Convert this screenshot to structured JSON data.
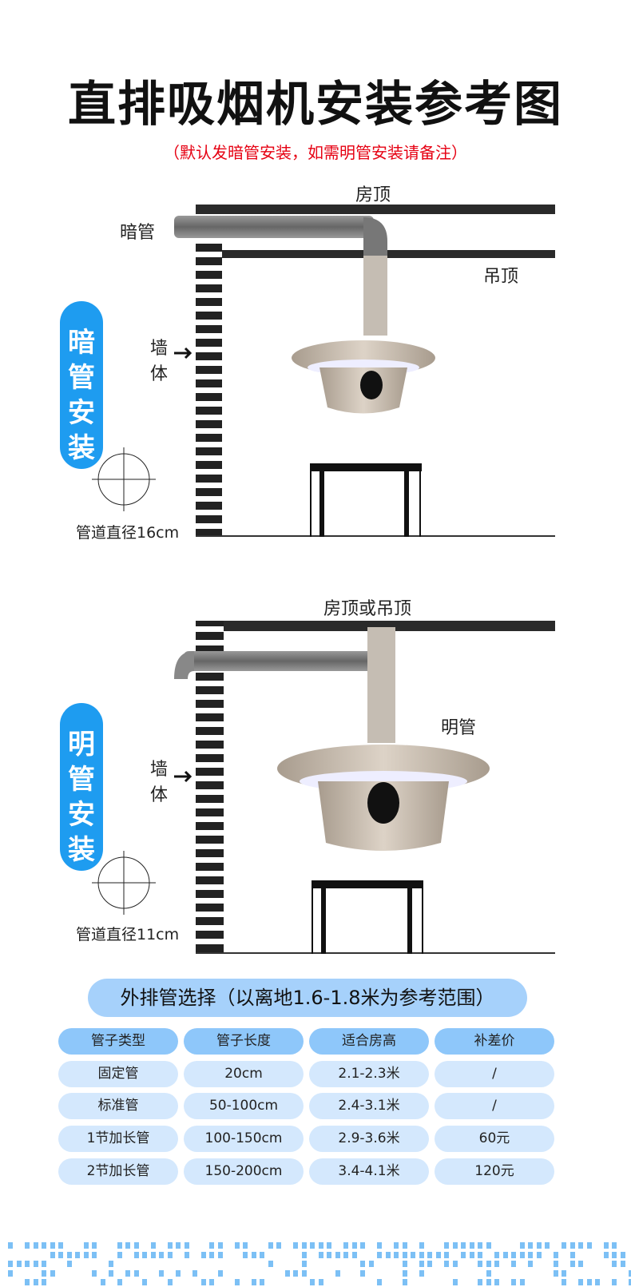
{
  "title": "直排吸烟机安装参考图",
  "subtitle": "（默认发暗管安装，如需明管安装请备注）",
  "concealed": {
    "badge": "暗管安装",
    "roof_label": "房顶",
    "pipe_label": "暗管",
    "ceiling_label": "吊顶",
    "wall_label_1": "墙",
    "wall_label_2": "体",
    "diameter_label": "管道直径16cm"
  },
  "exposed": {
    "badge": "明管安装",
    "roof_label": "房顶或吊顶",
    "pipe_label": "明管",
    "wall_label_1": "墙",
    "wall_label_2": "体",
    "diameter_label": "管道直径11cm"
  },
  "table": {
    "title": "外排管选择（以离地1.6-1.8米为参考范围）",
    "headers": [
      "管子类型",
      "管子长度",
      "适合房高",
      "补差价"
    ],
    "rows": [
      [
        "固定管",
        "20cm",
        "2.1-2.3米",
        "/"
      ],
      [
        "标准管",
        "50-100cm",
        "2.4-3.1米",
        "/"
      ],
      [
        "1节加长管",
        "100-150cm",
        "2.9-3.6米",
        "60元"
      ],
      [
        "2节加长管",
        "150-200cm",
        "3.4-4.1米",
        "120元"
      ]
    ]
  },
  "colors": {
    "accent": "#1e9cf0",
    "header": "#8ec7fa",
    "row": "#d4e8fd",
    "subtitle": "#e60012"
  }
}
